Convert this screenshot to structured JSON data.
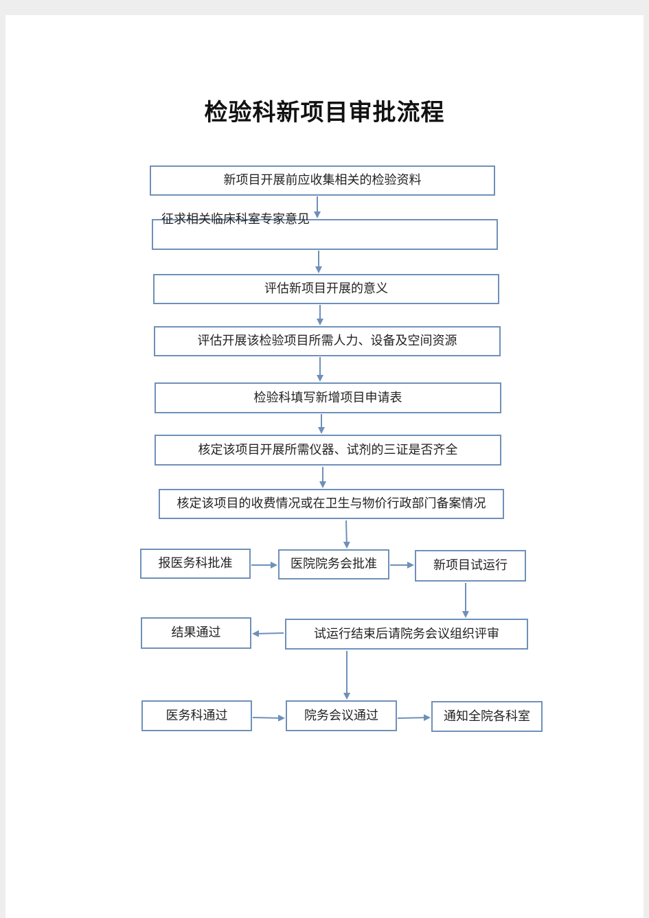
{
  "title": "检验科新项目审批流程",
  "steps": {
    "collect_materials": "新项目开展前应收集相关的检验资料",
    "consult_experts": "征求相关临床科室专家意见",
    "evaluate_significance": "评估新项目开展的意义",
    "evaluate_resources": "评估开展该检验项目所需人力、设备及空间资源",
    "fill_application": "检验科填写新增项目申请表",
    "verify_certificates": "核定该项目开展所需仪器、试剂的三证是否齐全",
    "verify_charges": "核定该项目的收费情况或在卫生与物价行政部门备案情况",
    "report_medical_affairs": "报医务科批准",
    "hospital_affairs_approval": "医院院务会批准",
    "trial_run": "新项目试运行",
    "post_trial_review": "试运行结束后请院务会议组织评审",
    "result_passed": "结果通过",
    "medical_affairs_passed": "医务科通过",
    "hospital_meeting_passed": "院务会议通过",
    "notify_departments": "通知全院各科室"
  },
  "colors": {
    "border": "#6e90b8",
    "arrow": "#6e90b8",
    "text": "#222222"
  }
}
